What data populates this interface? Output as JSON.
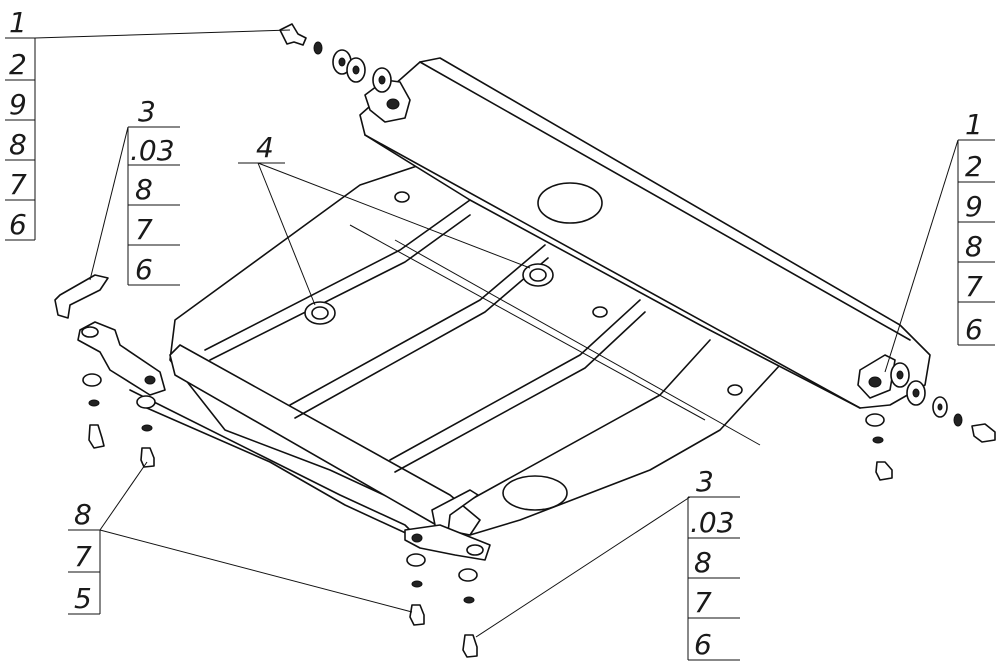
{
  "callouts": [
    {
      "id": "tl",
      "numbers": [
        "1",
        "2",
        "9",
        "8",
        "7",
        "6"
      ]
    },
    {
      "id": "ml",
      "numbers": [
        "3",
        ".03",
        "8",
        "7",
        "6"
      ]
    },
    {
      "id": "top",
      "numbers": [
        "4"
      ]
    },
    {
      "id": "tr",
      "numbers": [
        "1",
        "2",
        "9",
        "8",
        "7",
        "6"
      ]
    },
    {
      "id": "bl",
      "numbers": [
        "8",
        "7",
        "5"
      ]
    },
    {
      "id": "br",
      "numbers": [
        "3",
        ".03",
        "8",
        "7",
        "6"
      ]
    }
  ]
}
